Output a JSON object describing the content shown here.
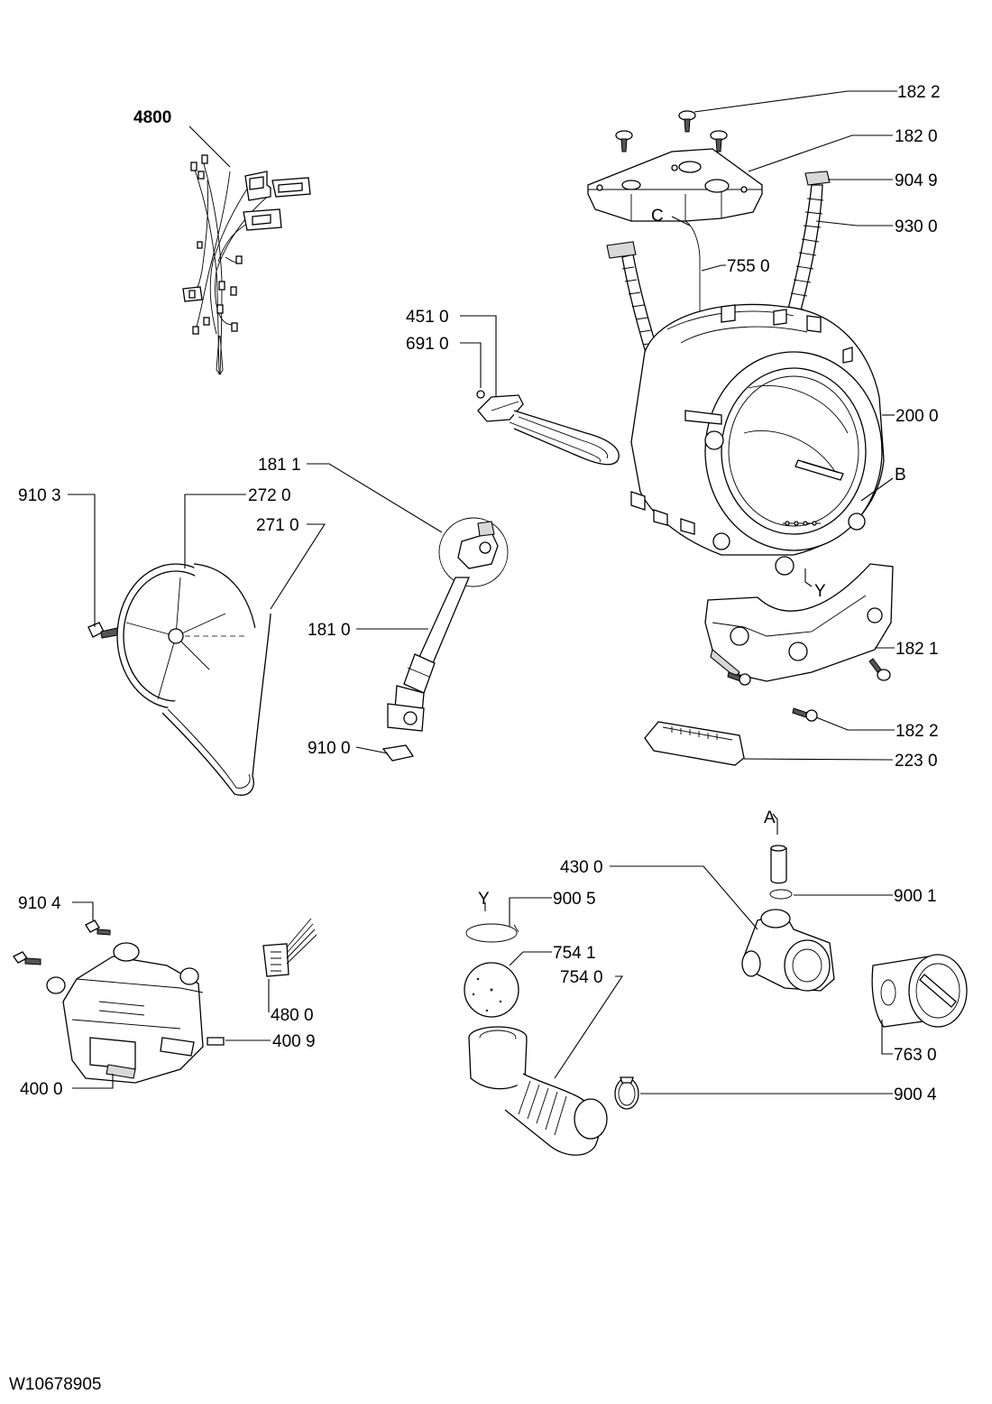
{
  "document_id": "W10678905",
  "callouts": {
    "c4800": "4800",
    "c182_2_top": "182 2",
    "c182_0": "182 0",
    "c904_9": "904 9",
    "c930_0": "930 0",
    "cC": "C",
    "c755_0": "755 0",
    "c451_0": "451 0",
    "c691_0": "691 0",
    "c200_0": "200 0",
    "cB": "B",
    "c181_1": "181 1",
    "c910_3": "910 3",
    "c272_0": "272 0",
    "c271_0": "271 0",
    "cY_top": "Y",
    "c182_1": "182 1",
    "c181_0": "181 0",
    "c182_2_bot": "182 2",
    "c910_0": "910 0",
    "c223_0": "223 0",
    "cA": "A",
    "c430_0": "430 0",
    "c910_4": "910 4",
    "cY_bot": "Y",
    "c900_5": "900 5",
    "c900_1": "900 1",
    "c754_1": "754 1",
    "c754_0": "754 0",
    "c480_0": "480 0",
    "c400_9": "400 9",
    "c763_0": "763 0",
    "c400_0": "400 0",
    "c900_4": "900 4"
  }
}
